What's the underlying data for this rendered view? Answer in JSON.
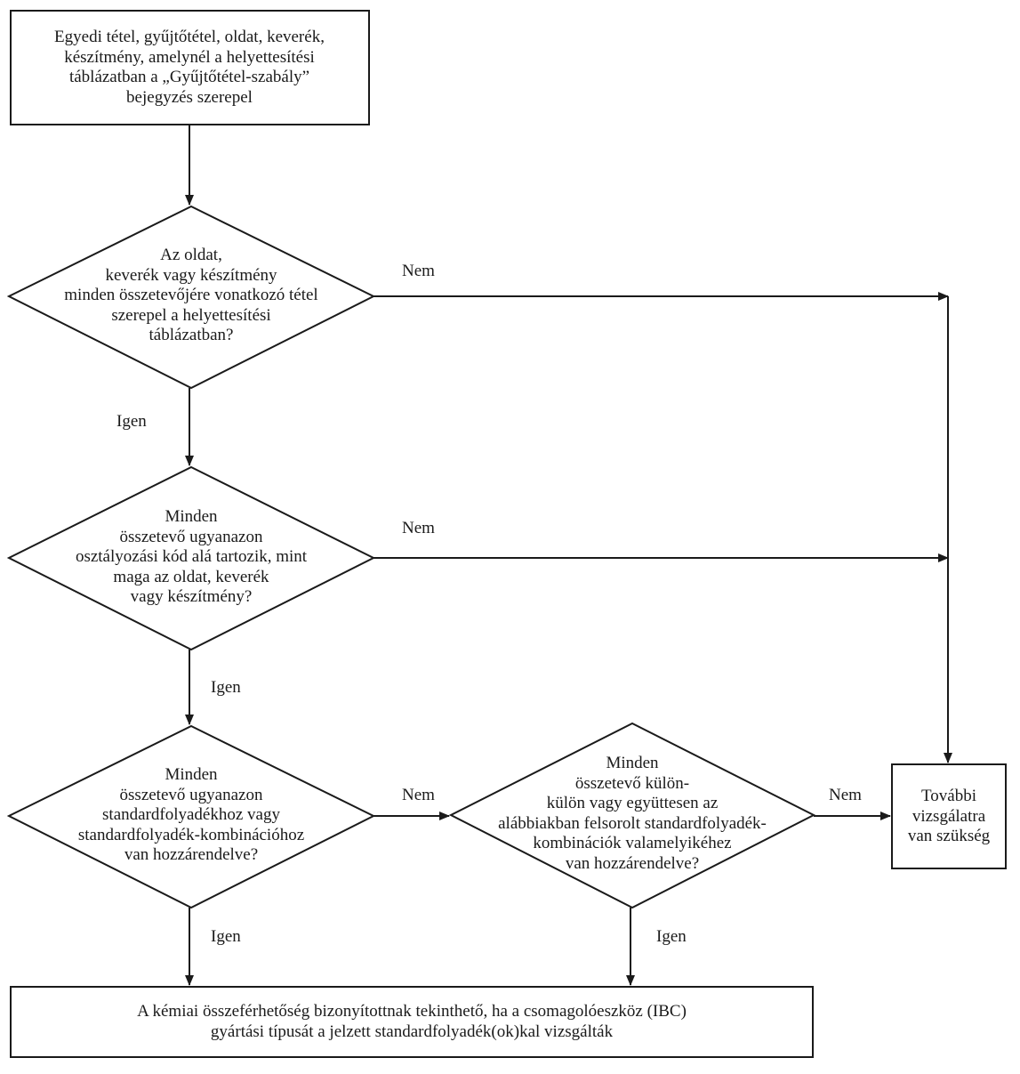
{
  "nodes": {
    "start": {
      "lines": [
        "Egyedi tétel, gyűjtőtétel, oldat, keverék,",
        "készítmény, amelynél a helyettesítési",
        "táblázatban a „Gyűjtőtétel-szabály”",
        "bejegyzés szerepel"
      ]
    },
    "decision1": {
      "lines": [
        "Az oldat,",
        "keverék vagy készítmény",
        "minden összetevőjére vonatkozó tétel",
        "szerepel a helyettesítési",
        "táblázatban?"
      ]
    },
    "decision2": {
      "lines": [
        "Minden",
        "összetevő ugyanazon",
        "osztályozási kód alá tartozik, mint",
        "maga az oldat, keverék",
        "vagy készítmény?"
      ]
    },
    "decision3": {
      "lines": [
        "Minden",
        "összetevő ugyanazon",
        "standardfolyadékhoz vagy",
        "standardfolyadék-kombinációhoz",
        "van hozzárendelve?"
      ]
    },
    "decision4": {
      "lines": [
        "Minden",
        "összetevő külön-",
        "külön vagy együttesen az",
        "alábbiakban felsorolt standardfolyadék-",
        "kombinációk valamelyikéhez",
        "van hozzárendelve?"
      ]
    },
    "further": {
      "lines": [
        "További",
        "vizsgálatra",
        "van szükség"
      ]
    },
    "result": {
      "lines": [
        "A kémiai összeférhetőség bizonyítottnak  tekinthető, ha a csomagolóeszköz (IBC)",
        "gyártási típusát a jelzett standardfolyadék(ok)kal vizsgálták"
      ]
    }
  },
  "edges": {
    "d1_no": "Nem",
    "d1_yes": "Igen",
    "d2_no": "Nem",
    "d2_yes": "Igen",
    "d3_no": "Nem",
    "d3_yes": "Igen",
    "d4_no": "Nem",
    "d4_yes": "Igen"
  },
  "colors": {
    "stroke": "#1a1a1a",
    "background": "#ffffff"
  }
}
